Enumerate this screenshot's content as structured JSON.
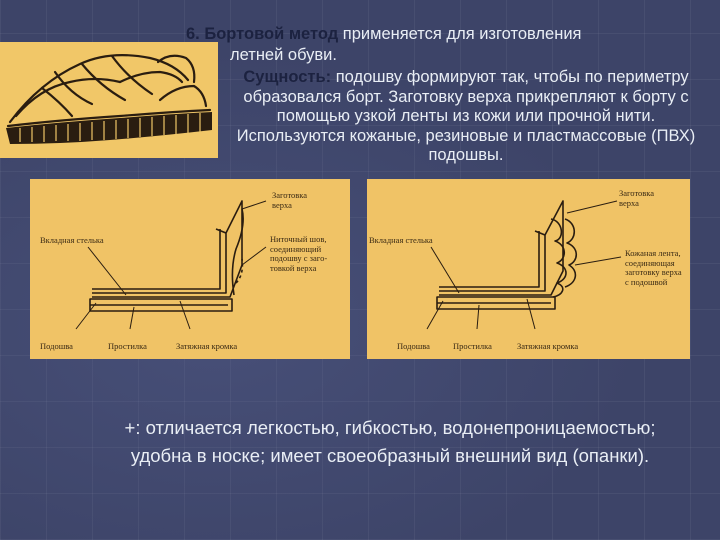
{
  "heading": {
    "number_title": "6. Бортовой метод",
    "rest1": " применяется для изготовления",
    "rest2": "летней обуви."
  },
  "essence": {
    "label": "Сущность:",
    "text": " подошву формируют так, чтобы по периметру образовался борт. Заготовку верха прикрепляют к борту с помощью узкой ленты из кожи или прочной нити. Используются кожаные, резиновые и пластмассовые (ПВХ) подошвы."
  },
  "diagram1": {
    "upper": [
      "Заготовка",
      "верха"
    ],
    "insole": "Вкладная стелька",
    "seam": [
      "Ниточный шов,",
      "соединяющий",
      "подошву с заго-",
      "товкой верха"
    ],
    "sole": "Подошва",
    "filler": "Простилка",
    "lasting_edge": "Затяжная кромка"
  },
  "diagram2": {
    "upper": [
      "Заготовка",
      "верха"
    ],
    "insole": "Вкладная стелька",
    "strip": [
      "Кожаная лента,",
      "соединяющая",
      "заготовку верха",
      "с подошвой"
    ],
    "sole": "Подошва",
    "filler": "Простилка",
    "lasting_edge": "Затяжная кромка"
  },
  "pros": {
    "text": "+: отличается легкостью, гибкостью, водонепроницаемостью; удобна в носке; имеет своеобразный внешний вид (опанки)."
  },
  "colors": {
    "background": "#3d4468",
    "panel": "#f0c366",
    "title": "#1c2240",
    "text": "#e9eef5"
  }
}
